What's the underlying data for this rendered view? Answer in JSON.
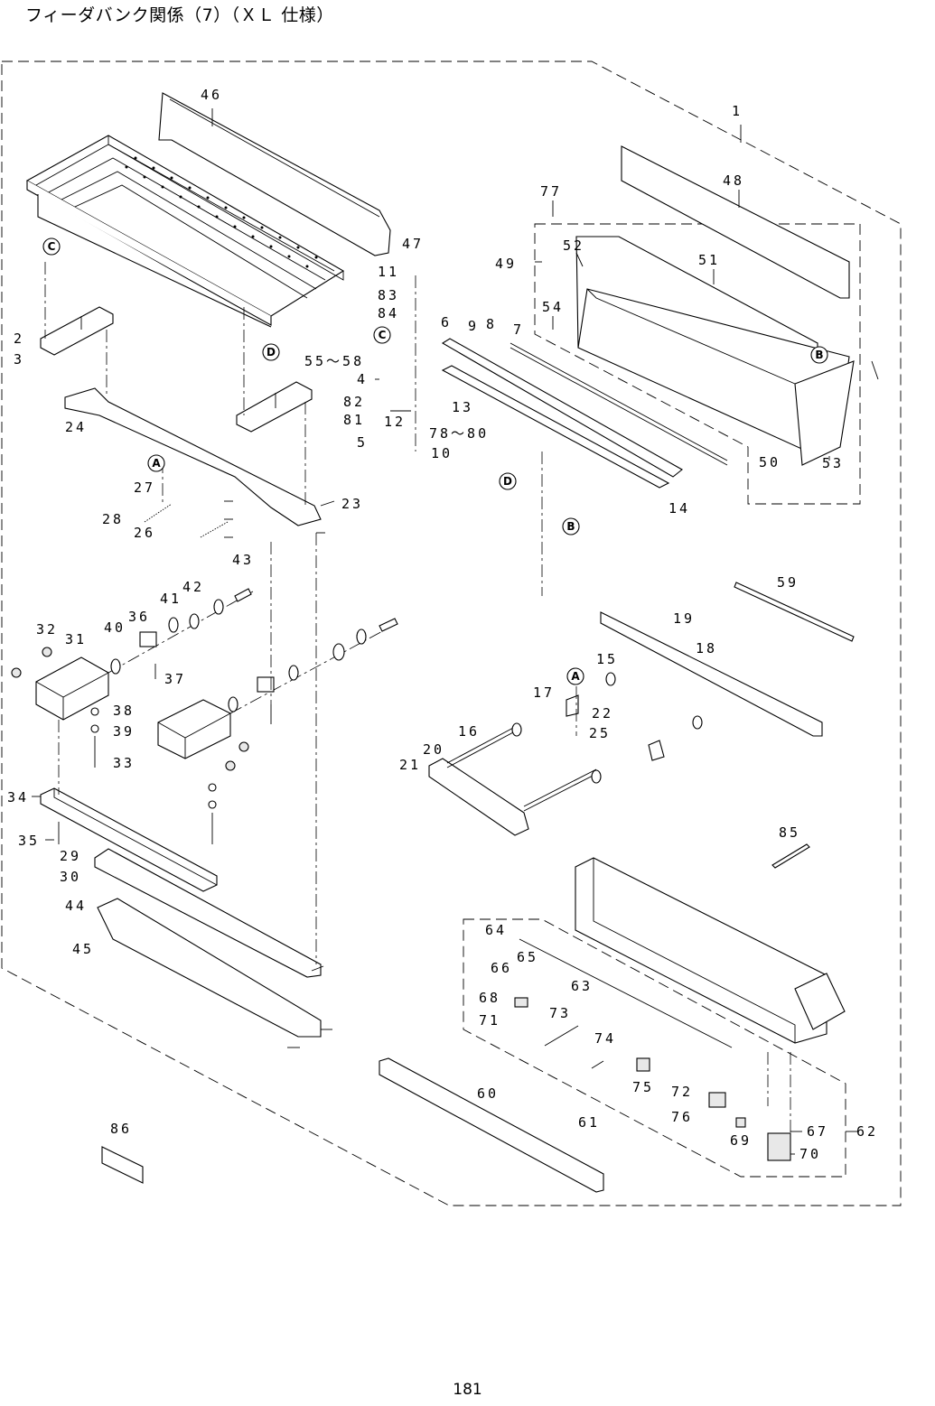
{
  "title": "フィーダバンク関係（7）（ＸＬ 仕様）",
  "page_number": "181",
  "reference_markers": [
    "C",
    "D",
    "A",
    "B"
  ],
  "callouts": [
    "1",
    "2",
    "3",
    "4",
    "5",
    "6",
    "7",
    "8",
    "9",
    "10",
    "11",
    "12",
    "13",
    "14",
    "15",
    "16",
    "17",
    "18",
    "19",
    "20",
    "21",
    "22",
    "23",
    "24",
    "25",
    "26",
    "27",
    "28",
    "29",
    "30",
    "31",
    "32",
    "33",
    "34",
    "35",
    "36",
    "37",
    "38",
    "39",
    "40",
    "41",
    "42",
    "43",
    "44",
    "45",
    "46",
    "47",
    "48",
    "49",
    "50",
    "51",
    "52",
    "53",
    "54",
    "55～58",
    "59",
    "60",
    "61",
    "62",
    "63",
    "64",
    "65",
    "66",
    "67",
    "68",
    "69",
    "70",
    "71",
    "72",
    "73",
    "74",
    "75",
    "76",
    "77",
    "78～80",
    "81",
    "82",
    "83",
    "84",
    "85",
    "86"
  ]
}
